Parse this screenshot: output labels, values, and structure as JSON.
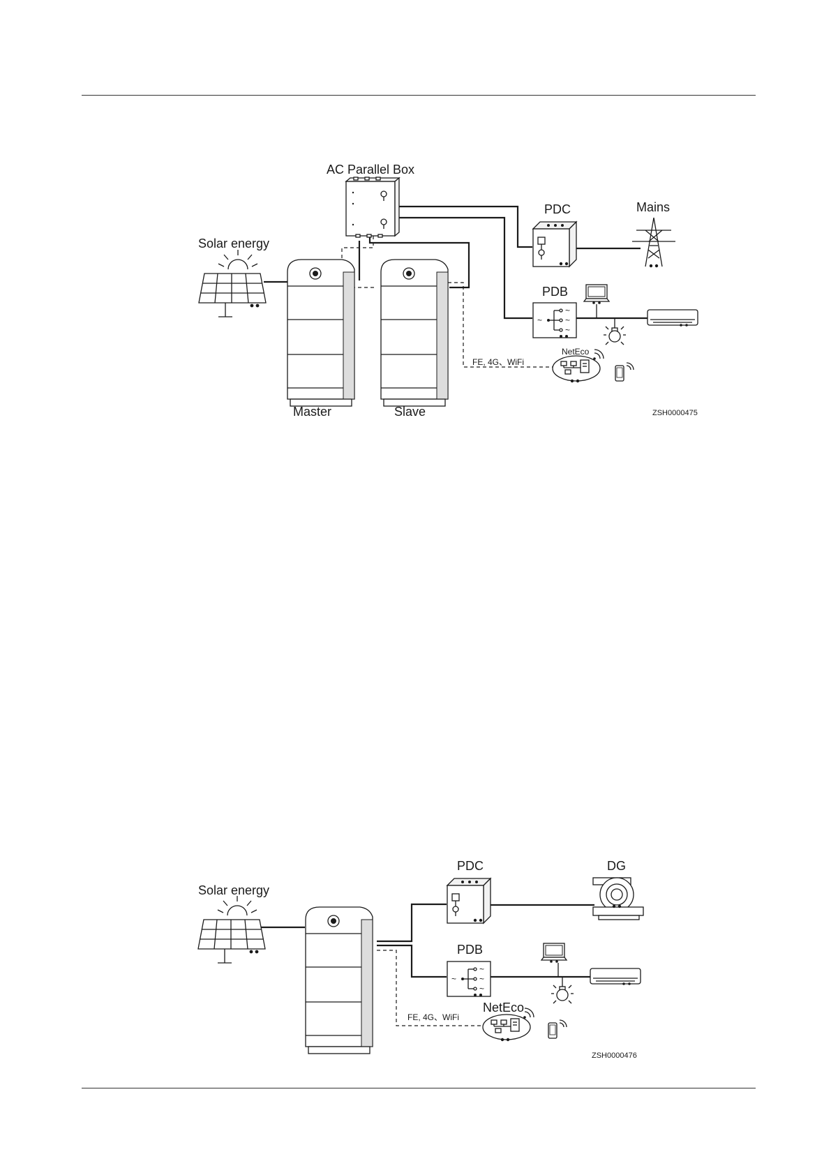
{
  "figure1": {
    "labels": {
      "ac_parallel_box": "AC Parallel Box",
      "pdc": "PDC",
      "mains": "Mains",
      "solar_energy": "Solar energy",
      "pdb": "PDB",
      "neteco": "NetEco",
      "comm": "FE, 4G、WiFi",
      "master": "Master",
      "slave": "Slave",
      "figure_id": "ZSH0000475"
    }
  },
  "figure2": {
    "labels": {
      "pdc": "PDC",
      "dg": "DG",
      "solar_energy": "Solar energy",
      "pdb": "PDB",
      "neteco": "NetEco",
      "comm": "FE, 4G、WiFi",
      "figure_id": "ZSH0000476"
    }
  }
}
